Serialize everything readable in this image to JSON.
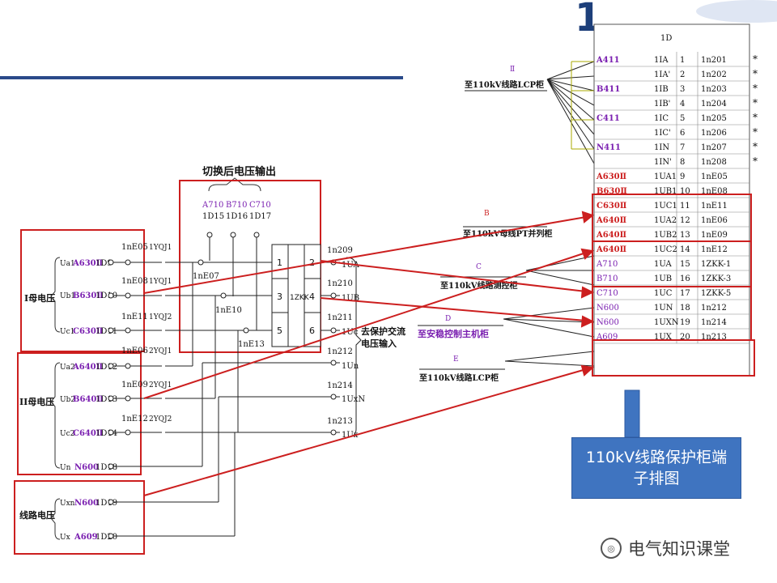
{
  "colors": {
    "red": "#cc1f1f",
    "purple": "#7a1fb0",
    "wire": "#222222",
    "title_bar": "#2a4a8a",
    "callout_bg": "#3f74c0"
  },
  "header_mark": "1",
  "switch_group": {
    "title": "切换后电压输出",
    "phases": [
      "A710",
      "B710",
      "C710"
    ],
    "terminals": [
      "1D15",
      "1D16",
      "1D17"
    ],
    "switch_name": "1ZKK",
    "switch_pins": [
      "1",
      "2",
      "3",
      "4",
      "5",
      "6"
    ]
  },
  "bus1": {
    "label": "I母电压",
    "rows": [
      {
        "name": "Ua1",
        "mark": "A630Ⅱ",
        "term": "1D9",
        "ne": "1nE05",
        "relay": "1YQJ1"
      },
      {
        "name": "Ub1",
        "mark": "B630Ⅱ",
        "term": "1D10",
        "ne": "1nE08",
        "relay": "1YQJ1"
      },
      {
        "name": "Uc1",
        "mark": "C630Ⅱ",
        "term": "1D11",
        "ne": "1nE11",
        "relay": "1YQJ2"
      }
    ]
  },
  "bus2": {
    "label": "II母电压",
    "rows": [
      {
        "name": "Ua2",
        "mark": "A640Ⅱ",
        "term": "1D12",
        "ne": "1nE06",
        "relay": "2YQJ1"
      },
      {
        "name": "Ub2",
        "mark": "B640Ⅱ",
        "term": "1D13",
        "ne": "1nE09",
        "relay": "2YQJ1"
      },
      {
        "name": "Uc2",
        "mark": "C640Ⅱ",
        "term": "1D14",
        "ne": "1nE12",
        "relay": "2YQJ2"
      },
      {
        "name": "Un",
        "mark": "N600",
        "term": "1D18",
        "ne": "",
        "relay": ""
      }
    ]
  },
  "line_voltage": {
    "label": "线路电压",
    "rows": [
      {
        "name": "Uxn",
        "mark": "N600",
        "term": "1D19"
      },
      {
        "name": "Ux",
        "mark": "A609",
        "term": "1D20"
      }
    ]
  },
  "mid_labels": {
    "ne_nodes": [
      "1nE07",
      "1nE10",
      "1nE13"
    ],
    "outputs": [
      {
        "n": "1n209",
        "u": "1UA"
      },
      {
        "n": "1n210",
        "u": "1UB"
      },
      {
        "n": "1n211",
        "u": "1Uc"
      },
      {
        "n": "1n212",
        "u": "1Un"
      },
      {
        "n": "1n214",
        "u": "1UxN"
      },
      {
        "n": "1n213",
        "u": "1Ux"
      }
    ],
    "protection_input": "去保护交流电压输入"
  },
  "destinations": [
    {
      "label": "至110kV线路LCP柜",
      "tag": "Ⅱ"
    },
    {
      "label": "至110kV母线PT并列柜",
      "tag": "B"
    },
    {
      "label": "至110kV线路测控柜",
      "tag": "C"
    },
    {
      "label": "至安稳控制主机柜",
      "tag": "D"
    },
    {
      "label": "至110kV线路LCP柜",
      "tag": "E"
    }
  ],
  "terminal_strip": {
    "title": "1D",
    "rows": [
      {
        "sig": "A411",
        "name": "1IA",
        "num": "1",
        "code": "1n201",
        "star": "*"
      },
      {
        "sig": "",
        "name": "1IA'",
        "num": "2",
        "code": "1n202",
        "star": "*"
      },
      {
        "sig": "B411",
        "name": "1IB",
        "num": "3",
        "code": "1n203",
        "star": "*"
      },
      {
        "sig": "",
        "name": "1IB'",
        "num": "4",
        "code": "1n204",
        "star": "*"
      },
      {
        "sig": "C411",
        "name": "1IC",
        "num": "5",
        "code": "1n205",
        "star": "*"
      },
      {
        "sig": "",
        "name": "1IC'",
        "num": "6",
        "code": "1n206",
        "star": "*"
      },
      {
        "sig": "N411",
        "name": "1IN",
        "num": "7",
        "code": "1n207",
        "star": "*"
      },
      {
        "sig": "",
        "name": "1IN'",
        "num": "8",
        "code": "1n208",
        "star": "*"
      },
      {
        "sig": "A630Ⅱ",
        "name": "1UA1",
        "num": "9",
        "code": "1nE05",
        "star": ""
      },
      {
        "sig": "B630Ⅱ",
        "name": "1UB1",
        "num": "10",
        "code": "1nE08",
        "star": ""
      },
      {
        "sig": "C630Ⅱ",
        "name": "1UC1",
        "num": "11",
        "code": "1nE11",
        "star": ""
      },
      {
        "sig": "A640Ⅱ",
        "name": "1UA2",
        "num": "12",
        "code": "1nE06",
        "star": ""
      },
      {
        "sig": "A640Ⅱ",
        "name": "1UB2",
        "num": "13",
        "code": "1nE09",
        "star": ""
      },
      {
        "sig": "A640Ⅱ",
        "name": "1UC2",
        "num": "14",
        "code": "1nE12",
        "star": ""
      },
      {
        "sig": "A710",
        "name": "1UA",
        "num": "15",
        "code": "1ZKK-1",
        "star": ""
      },
      {
        "sig": "B710",
        "name": "1UB",
        "num": "16",
        "code": "1ZKK-3",
        "star": ""
      },
      {
        "sig": "C710",
        "name": "1UC",
        "num": "17",
        "code": "1ZKK-5",
        "star": ""
      },
      {
        "sig": "N600",
        "name": "1UN",
        "num": "18",
        "code": "1n212",
        "star": ""
      },
      {
        "sig": "N600",
        "name": "1UXN",
        "num": "19",
        "code": "1n214",
        "star": ""
      },
      {
        "sig": "A609",
        "name": "1UX",
        "num": "20",
        "code": "1n213",
        "star": ""
      }
    ]
  },
  "callout_text": "110kV线路保护柜端子排图",
  "watermark_text": "电气知识课堂",
  "watermark_logo": "◎"
}
